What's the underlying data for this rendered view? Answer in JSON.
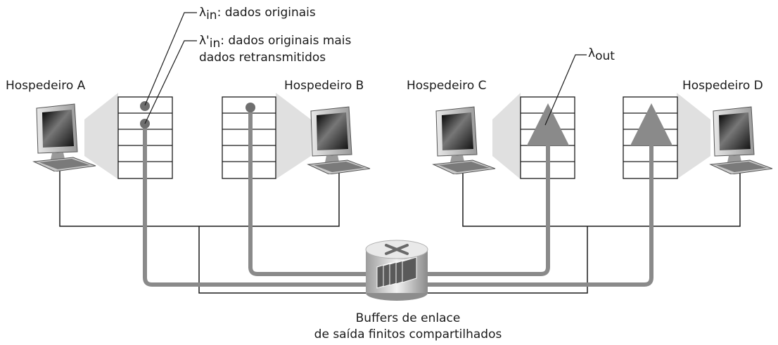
{
  "hosts": {
    "a": {
      "label": "Hospedeiro A"
    },
    "b": {
      "label": "Hospedeiro B"
    },
    "c": {
      "label": "Hospedeiro C"
    },
    "d": {
      "label": "Hospedeiro D"
    }
  },
  "labels": {
    "lambda_in": {
      "symbol": "λ",
      "sub": "in",
      "text": ": dados originais"
    },
    "lambda_in_prime": {
      "symbol": "λ'",
      "sub": "in",
      "text": ": dados originais mais",
      "line2": "dados retransmitidos"
    },
    "lambda_out": {
      "symbol": "λ",
      "sub": "out"
    }
  },
  "router": {
    "caption_line1": "Buffers de enlace",
    "caption_line2": "de saída finitos compartilhados"
  },
  "colors": {
    "flow": "#8a8a8a",
    "lines": "#1a1a1a",
    "screen": "#0e0e0e",
    "monitor": "#cfcfcf"
  }
}
